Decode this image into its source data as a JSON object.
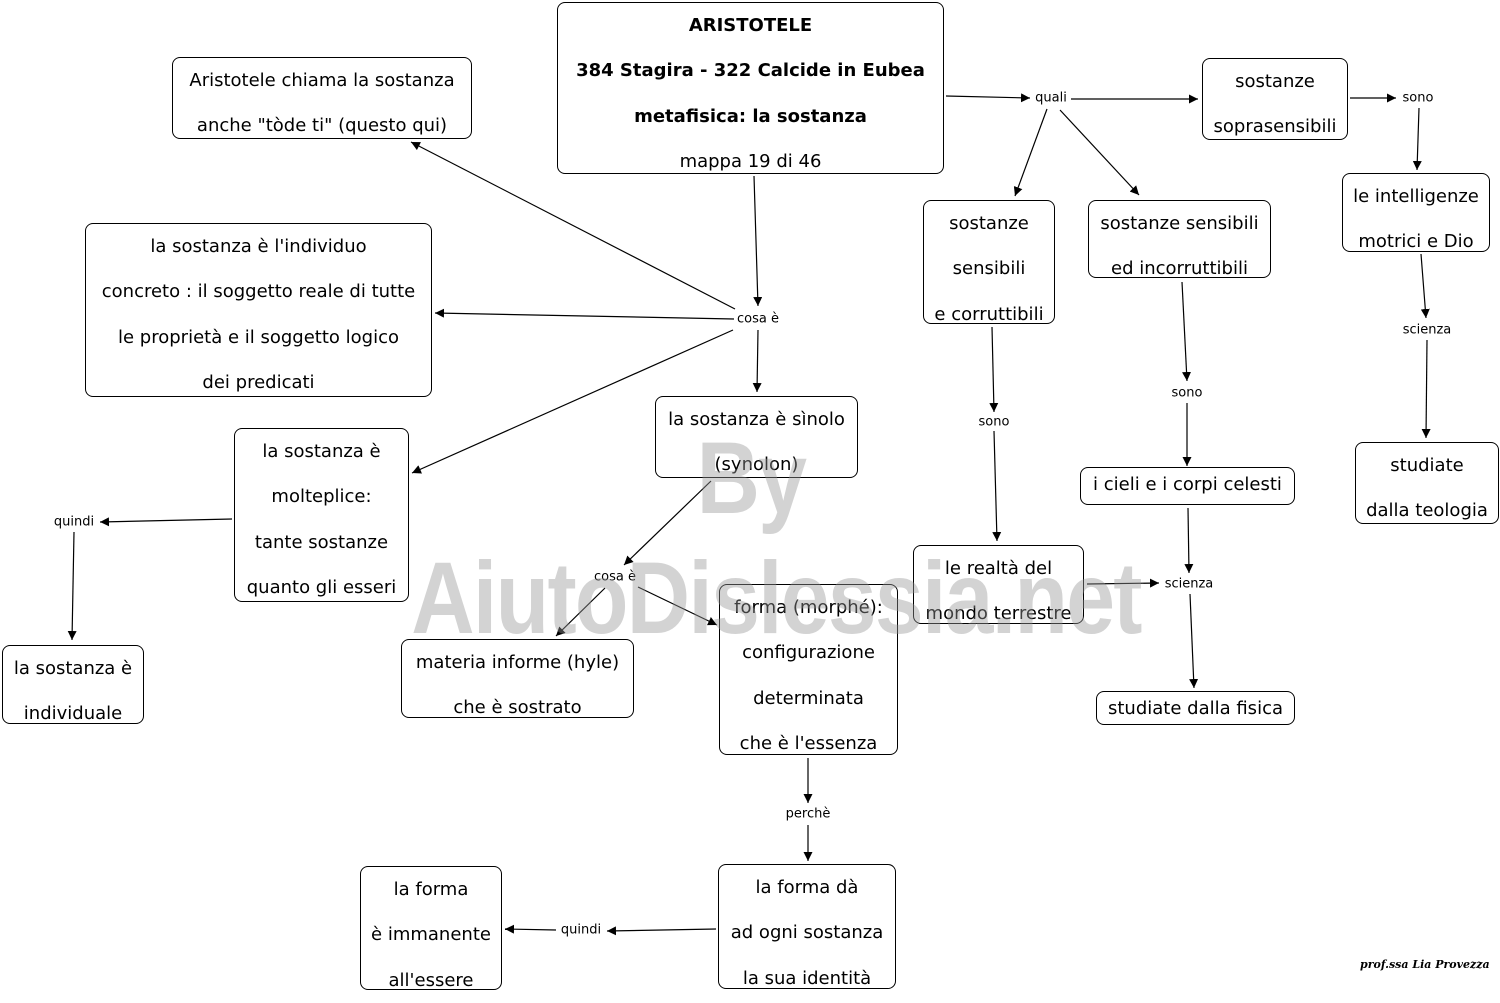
{
  "title_node": {
    "line1": "ARISTOTELE",
    "line2": "384 Stagira - 322 Calcide in Eubea",
    "line3": "metafisica: la sostanza",
    "line4": "mappa 19 di 46"
  },
  "nodes": {
    "tode_ti": [
      "Aristotele chiama la sostanza",
      "anche \"tòde ti\" (questo qui)"
    ],
    "individuo": [
      "la sostanza è l'individuo",
      "concreto : il soggetto reale di tutte",
      "le proprietà e il soggetto logico",
      "dei predicati"
    ],
    "molteplice": [
      "la sostanza è",
      "molteplice:",
      "tante sostanze",
      "quanto gli esseri"
    ],
    "individuale": [
      "la sostanza è",
      "individuale"
    ],
    "sinolo": [
      "la sostanza è sìnolo",
      "(synolon)"
    ],
    "materia": [
      "materia informe (hyle)",
      "che è sostrato"
    ],
    "forma": [
      "forma (morphé):",
      "configurazione",
      "determinata",
      "che è l'essenza"
    ],
    "identita": [
      "la forma dà",
      "ad ogni sostanza",
      "la sua identità"
    ],
    "immanente": [
      "la forma",
      "è immanente",
      "all'essere"
    ],
    "corruttibili": [
      "sostanze",
      "sensibili",
      "e corruttibili"
    ],
    "incorruttibili": [
      "sostanze sensibili",
      "ed incorruttibili"
    ],
    "soprasensibili": [
      "sostanze",
      "soprasensibili"
    ],
    "terrestre": [
      "le realtà del",
      "mondo terrestre"
    ],
    "cieli": [
      "i cieli e i corpi celesti"
    ],
    "fisica": [
      "studiate dalla fisica"
    ],
    "intelligenze": [
      "le intelligenze",
      "motrici e Dio"
    ],
    "teologia": [
      "studiate",
      "dalla teologia"
    ]
  },
  "link_labels": {
    "cosa_e_1": "cosa è",
    "cosa_e_2": "cosa è",
    "quindi_1": "quindi",
    "quindi_2": "quindi",
    "perche": "perchè",
    "quali": "quali",
    "sono_1": "sono",
    "sono_2": "sono",
    "sono_3": "sono",
    "scienza_1": "scienza",
    "scienza_2": "scienza"
  },
  "watermark": "By AiutoDislessia.net",
  "signature": "prof.ssa Lia Provezza"
}
